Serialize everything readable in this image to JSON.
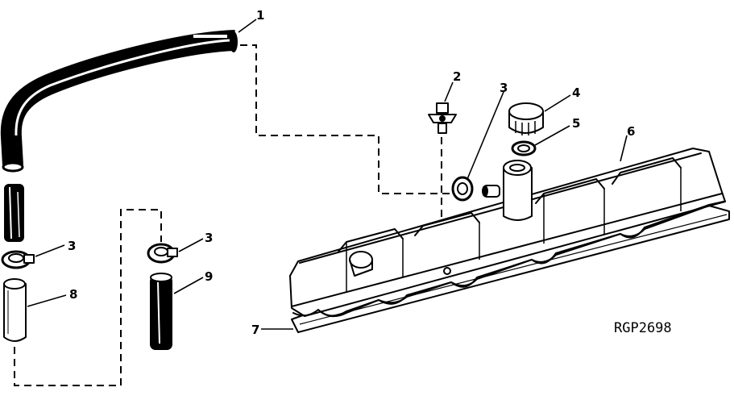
{
  "figure_id": "RGP2698",
  "callouts": {
    "c1": "1",
    "c2": "2",
    "c3a": "3",
    "c3b": "3",
    "c3c": "3",
    "c4": "4",
    "c5": "5",
    "c6": "6",
    "c7": "7",
    "c8": "8",
    "c9": "9"
  }
}
